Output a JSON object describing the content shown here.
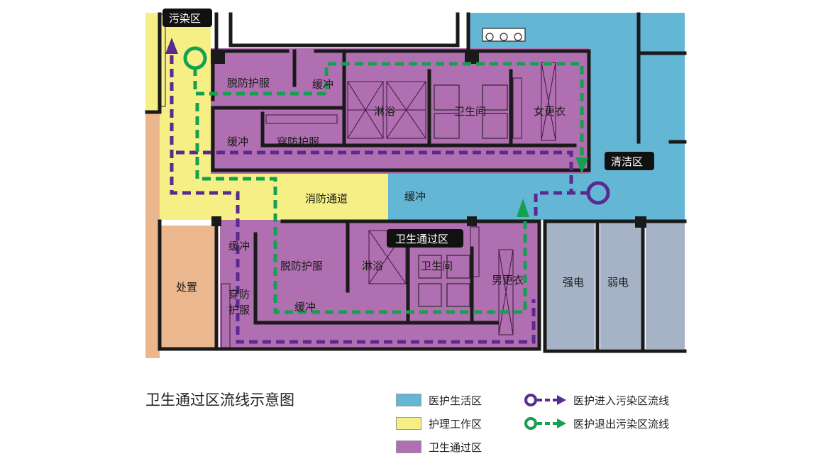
{
  "colors": {
    "living": "#63b6d4",
    "work": "#f5ef86",
    "passage": "#b06fb0",
    "disposal": "#eab78e",
    "electrical": "#a6b2c6",
    "enter_line": "#5b2a90",
    "exit_line": "#14a050",
    "wall": "#1a1a1a"
  },
  "tags": {
    "contaminated_zone": "污染区",
    "clean_zone": "清洁区",
    "sanitary_passage_zone": "卫生通过区"
  },
  "rooms": {
    "doff_upper": "脱防护服",
    "buffer_upper": "缓冲",
    "shower_upper": "淋浴",
    "toilet_upper": "卫生间",
    "female_changing": "女更衣",
    "buffer_mid": "缓冲",
    "don_upper": "穿防护服",
    "fire_passage": "消防通道",
    "buffer_right": "缓冲",
    "disposal": "处置",
    "buffer_left": "缓冲",
    "don_lower_1": "穿防",
    "don_lower_2": "护服",
    "doff_lower": "脱防护服",
    "buffer_lower": "缓冲",
    "shower_lower": "淋浴",
    "toilet_lower": "卫生间",
    "male_changing": "男更衣",
    "strong_power": "强电",
    "weak_power": "弱电"
  },
  "legend": {
    "caption": "卫生通过区流线示意图",
    "areas": [
      {
        "label": "医护生活区",
        "color": "#63b6d4"
      },
      {
        "label": "护理工作区",
        "color": "#f5ef86"
      },
      {
        "label": "卫生通过区",
        "color": "#b06fb0"
      }
    ],
    "flows": [
      {
        "label": "医护进入污染区流线",
        "color": "#5b2a90"
      },
      {
        "label": "医护退出污染区流线",
        "color": "#14a050"
      }
    ]
  }
}
